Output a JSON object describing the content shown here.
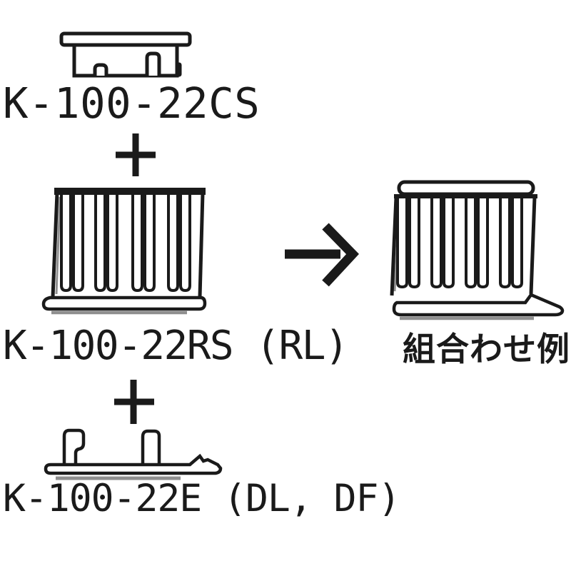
{
  "canvas": {
    "background": "#ffffff",
    "line_color": "#1a1a1a",
    "shade_color": "#8f8f8f"
  },
  "parts": [
    {
      "name": "cap",
      "label": "K-100-22CS"
    },
    {
      "name": "duct-body",
      "label": "K-100-22RS (RL)"
    },
    {
      "name": "end-plate",
      "label": "K-100-22E (DL, DF)"
    }
  ],
  "result": {
    "label": "組合わせ例"
  },
  "operators": {
    "plus_top": "+",
    "plus_bottom": "+",
    "arrow": "→"
  }
}
